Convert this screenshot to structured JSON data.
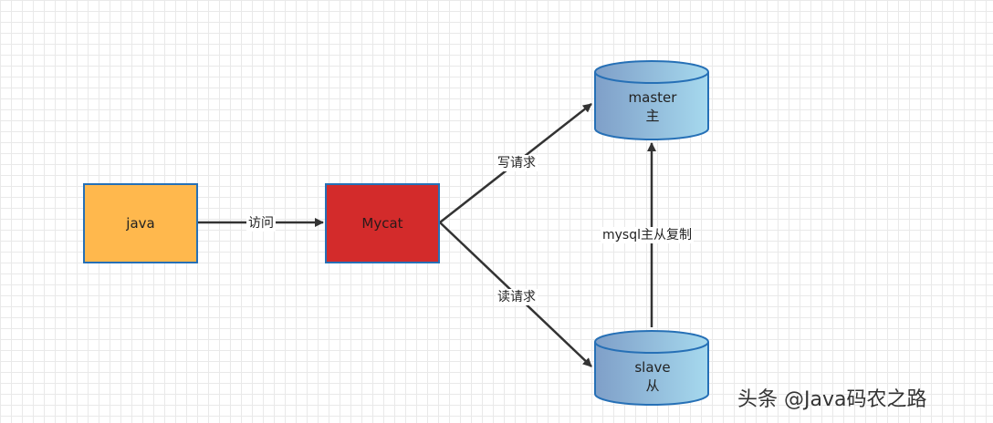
{
  "nodes": {
    "java": "java",
    "mycat": "Mycat",
    "master": {
      "line1": "master",
      "line2": "主"
    },
    "slave": {
      "line1": "slave",
      "line2": "从"
    }
  },
  "edges": {
    "visit": "访问",
    "write": "写请求",
    "read": "读请求",
    "replication": "mysql主从复制"
  },
  "watermark": "头条 @Java码农之路",
  "colors": {
    "java_fill": "#ffb84d",
    "mycat_fill": "#d32b2b",
    "db_fill_left": "#7f9fc8",
    "db_fill_right": "#a6d9ee",
    "border": "#2670b6",
    "arrow": "#333333"
  }
}
